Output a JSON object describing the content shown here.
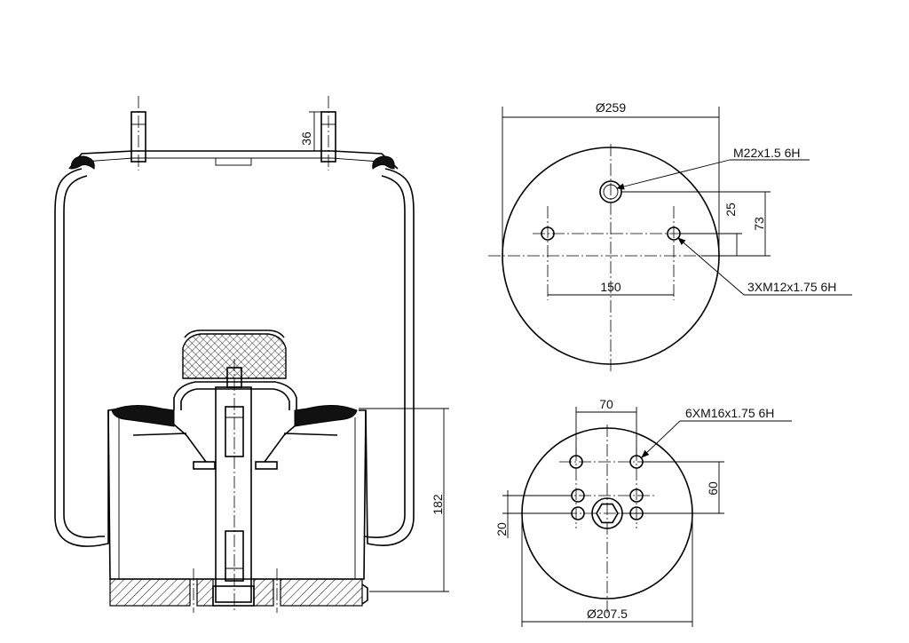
{
  "side_view": {
    "dim_stud_height": "36",
    "dim_height": "182"
  },
  "top_plate": {
    "dim_diameter": "Ø259",
    "dim_offset_small": "25",
    "dim_offset_large": "73",
    "dim_hole_spacing": "150",
    "label_center_thread": "M22x1.5 6H",
    "label_stud_thread": "3XM12x1.75 6H"
  },
  "bottom_plate": {
    "dim_spacing": "70",
    "dim_vertical": "60",
    "dim_offset": "20",
    "dim_diameter": "Ø207.5",
    "label_thread": "6XM16x1.75 6H"
  }
}
